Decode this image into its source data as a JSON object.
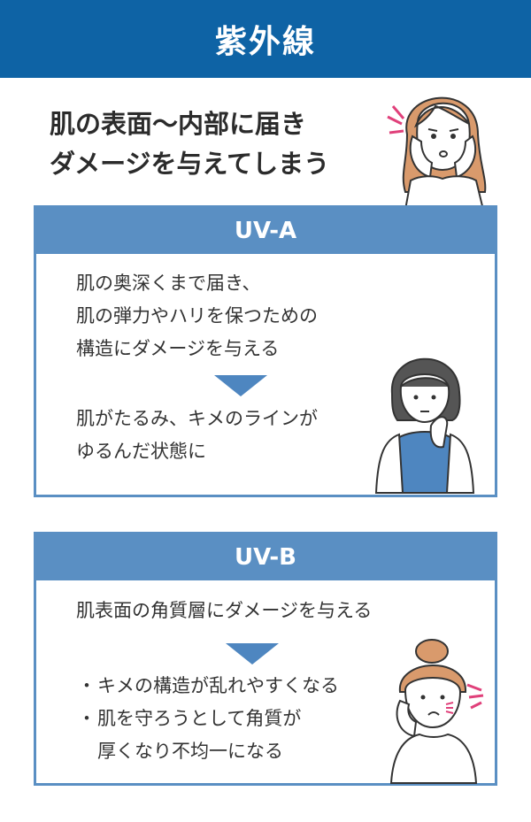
{
  "header": {
    "title": "紫外線"
  },
  "headline": {
    "line1": "肌の表面〜内部に届き",
    "line2": "ダメージを与えてしまう"
  },
  "uva": {
    "label": "UV-A",
    "cause": [
      "肌の奥深くまで届き、",
      "肌の弾力やハリを保つための",
      "構造にダメージを与える"
    ],
    "effect": [
      "肌がたるみ、キメのラインが",
      "ゆるんだ状態に"
    ]
  },
  "uvb": {
    "label": "UV-B",
    "cause": "肌表面の角質層にダメージを与える",
    "effects": [
      {
        "bullet": "・",
        "text": "キメの構造が乱れやすくなる"
      },
      {
        "bullet": "・",
        "text": "肌を守ろうとして角質が"
      }
    ],
    "effect_continuation": "厚くなり不均一になる"
  },
  "colors": {
    "title_bg": "#0e63a5",
    "card": "#5a8fc3",
    "arrow": "#4e86c0",
    "accent_pink": "#e0407a"
  },
  "icons": [
    "worried-woman-illustration",
    "thinking-woman-illustration",
    "bun-woman-illustration"
  ]
}
